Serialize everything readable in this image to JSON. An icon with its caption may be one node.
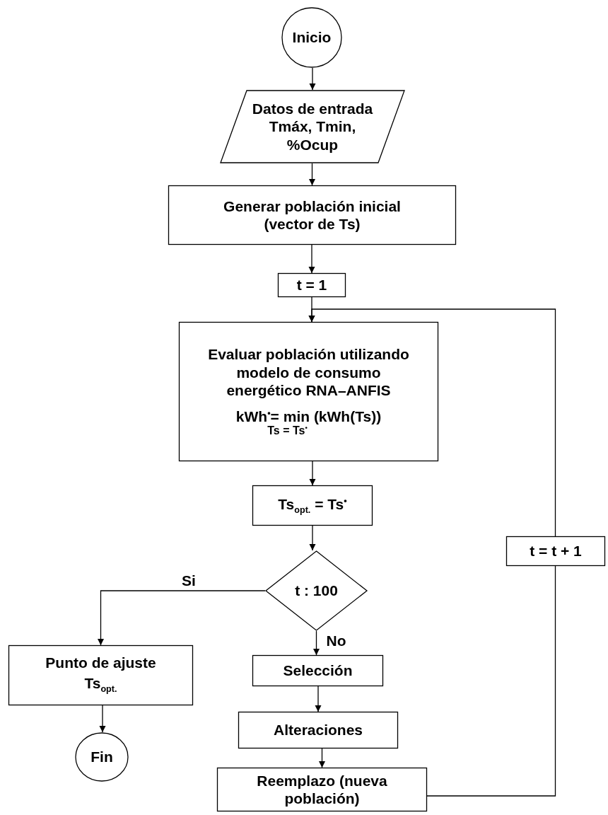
{
  "diagram": {
    "nodes": [
      {
        "text": [
          "Inicio"
        ]
      },
      {
        "text": [
          "Datos de entrada Tmáx, Tmin, %Ocup"
        ]
      },
      {
        "text": [
          "Generar población inicial (vector de Ts)"
        ]
      },
      {
        "text": [
          "t = 1"
        ]
      },
      {
        "text": [
          "Evaluar población utilizando modelo de consumo energético RNA–ANFIS",
          "kWh$^{•}$=  min  (kWh(Ts))",
          "Ts = Ts$^{•}$"
        ]
      },
      {
        "text": [
          "Ts$_{opt.}$ = Ts$^{•}$"
        ]
      },
      {
        "text": [
          "t : 100"
        ]
      },
      {
        "text": [
          "Punto de ajuste",
          "Ts$_{opt.}$"
        ]
      },
      {
        "text": [
          "Fin"
        ]
      },
      {
        "text": [
          "Selección"
        ]
      },
      {
        "text": [
          "Alteraciones"
        ]
      },
      {
        "text": [
          "Reemplazo (nueva población)"
        ]
      },
      {
        "text": [
          "t = t  + 1"
        ]
      }
    ],
    "edges": [
      {
        "from": 0,
        "to": 1,
        "arrow": "to"
      },
      {
        "from": 1,
        "to": 2,
        "arrow": "to"
      },
      {
        "from": 2,
        "to": 3,
        "arrow": "to"
      },
      {
        "from": 3,
        "to": 4,
        "arrow": "to"
      },
      {
        "from": 4,
        "to": 5,
        "arrow": "to"
      },
      {
        "from": 5,
        "to": 6,
        "arrow": "to"
      },
      {
        "from": 6,
        "to": 7,
        "arrow": "to",
        "label": "Si"
      },
      {
        "from": 6,
        "to": 9,
        "arrow": "to",
        "label": "No"
      },
      {
        "from": 7,
        "to": 8,
        "arrow": "to"
      },
      {
        "from": 9,
        "to": 10,
        "arrow": "to"
      },
      {
        "from": 10,
        "to": 11,
        "arrow": "to"
      },
      {
        "from": 11,
        "to": 12,
        "arrow": "none"
      },
      {
        "from": 12,
        "to": 4,
        "arrow": "to"
      }
    ]
  }
}
